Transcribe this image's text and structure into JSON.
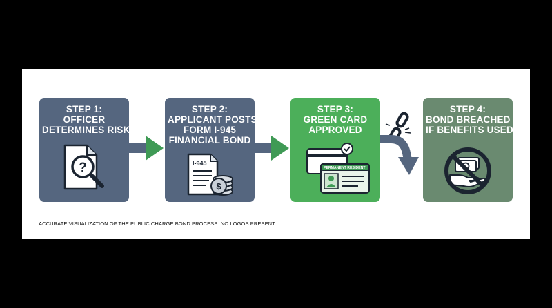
{
  "steps": [
    {
      "heading": "STEP 1:",
      "line1": "OFFICER",
      "line2": "DETERMINES RISK",
      "icon": "document-magnifier-question-icon"
    },
    {
      "heading": "STEP 2:",
      "line1": "APPLICANT POSTS",
      "line2": "FORM I-945",
      "line3": "FINANCIAL BOND",
      "form_label": "I-945",
      "icon": "form-with-coins-icon"
    },
    {
      "heading": "STEP 3:",
      "line1": "GREEN CARD",
      "line2": "APPROVED",
      "card_label": "PERMANENT RESIDENT",
      "icon": "green-card-approved-icon"
    },
    {
      "heading": "STEP 4:",
      "line1": "BOND BREACHED",
      "line2": "IF BENEFITS USED",
      "icon": "no-cash-benefits-icon"
    }
  ],
  "footnote": "ACCURATE VISUALIZATION OF THE PUBLIC CHARGE BOND PROCESS. NO LOGOS PRESENT.",
  "colors": {
    "step1": "#55667f",
    "step2": "#55667f",
    "step3": "#4caf5a",
    "step4": "#6a8a70",
    "arrow_green": "#3f9a55",
    "arrow_slate": "#55667f"
  }
}
